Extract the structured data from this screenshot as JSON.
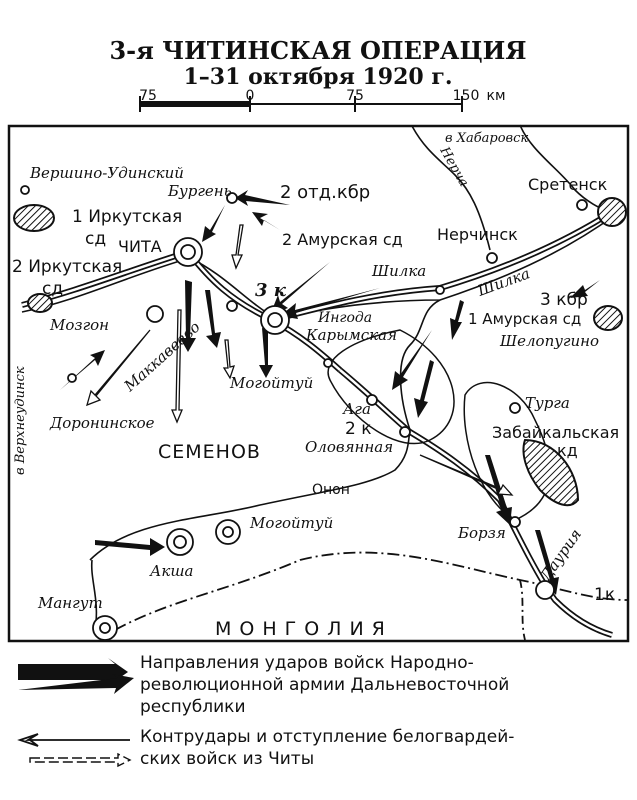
{
  "title": "3-я ЧИТИНСКАЯ ОПЕРАЦИЯ",
  "dates": "1–31 октября 1920 г.",
  "scale": {
    "ticks": [
      "75",
      "0",
      "75",
      "150"
    ],
    "unit": "км"
  },
  "units": {
    "otd_kbr2": "2 отд.кбр",
    "irk1_a": "1 Иркутская",
    "irk1_b": "сд",
    "irk2_a": "2 Иркутская",
    "irk2_b": "сд",
    "amur2": "2 Амурская сд",
    "k3": "3 к",
    "kbr3": "3 кбр",
    "amur1": "1 Амурская сд",
    "k2": "2 к",
    "zab_a": "Забайкальская",
    "zab_b": "кд",
    "k1": "1к",
    "semenov": "СЕМЕНОВ"
  },
  "places": {
    "chita": "ЧИТА",
    "vershino": "Вершино-Удинский",
    "burgen": "Бургень",
    "nerchinsk": "Нерчинск",
    "sretensk": "Сретенск",
    "mozgon": "Мозгон",
    "makkaveevo": "Маккавеево",
    "karymskaya": "Карымская",
    "mogoytuy1": "Могойтуй",
    "doroninskoe": "Доронинское",
    "shelopugino": "Шелопугино",
    "aga": "Ага",
    "olovyannaya": "Оловянная",
    "turga": "Турга",
    "borzya": "Борзя",
    "dauriya": "Даурия",
    "mogoytuy2": "Могойтуй",
    "aksha": "Акша",
    "mangut": "Мангут",
    "mongolia": "МОНГОЛИЯ",
    "to_khabarovsk": "в Хабаровск",
    "to_verkhneudinsk": "в Верхнеудинск"
  },
  "rivers": {
    "nercha": "Нерча",
    "shilka1": "Шилка",
    "shilka2": "Шилка",
    "ingoda": "Ингода",
    "onon": "Онон"
  },
  "legend": {
    "item1": [
      "Направления ударов войск Народно-",
      "революционной армии Дальневосточной",
      "республики"
    ],
    "item2": [
      "Контрудары и отступление белогвардей-",
      "ских войск из Читы"
    ]
  }
}
